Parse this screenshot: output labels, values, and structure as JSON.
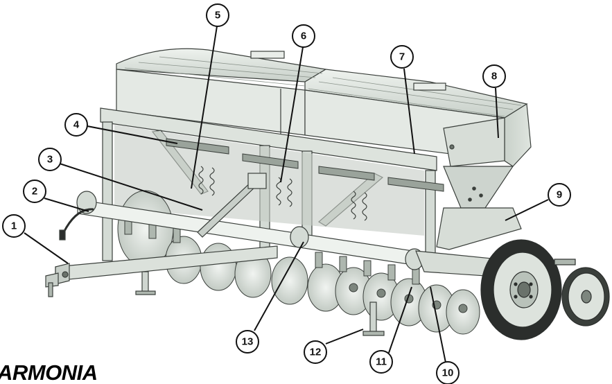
{
  "diagram": {
    "brand_text": "ARMONIA",
    "callouts": [
      {
        "id": 1,
        "label": "1"
      },
      {
        "id": 2,
        "label": "2"
      },
      {
        "id": 3,
        "label": "3"
      },
      {
        "id": 4,
        "label": "4"
      },
      {
        "id": 5,
        "label": "5"
      },
      {
        "id": 6,
        "label": "6"
      },
      {
        "id": 7,
        "label": "7"
      },
      {
        "id": 8,
        "label": "8"
      },
      {
        "id": 9,
        "label": "9"
      },
      {
        "id": 10,
        "label": "10"
      },
      {
        "id": 11,
        "label": "11"
      },
      {
        "id": 12,
        "label": "12"
      },
      {
        "id": 13,
        "label": "13"
      }
    ],
    "colors": {
      "body": "#d8dfd8",
      "body_dark": "#b9c2ba",
      "outline": "#3a3f3b",
      "tire": "#2b2e2c",
      "callout_stroke": "#111111"
    }
  }
}
